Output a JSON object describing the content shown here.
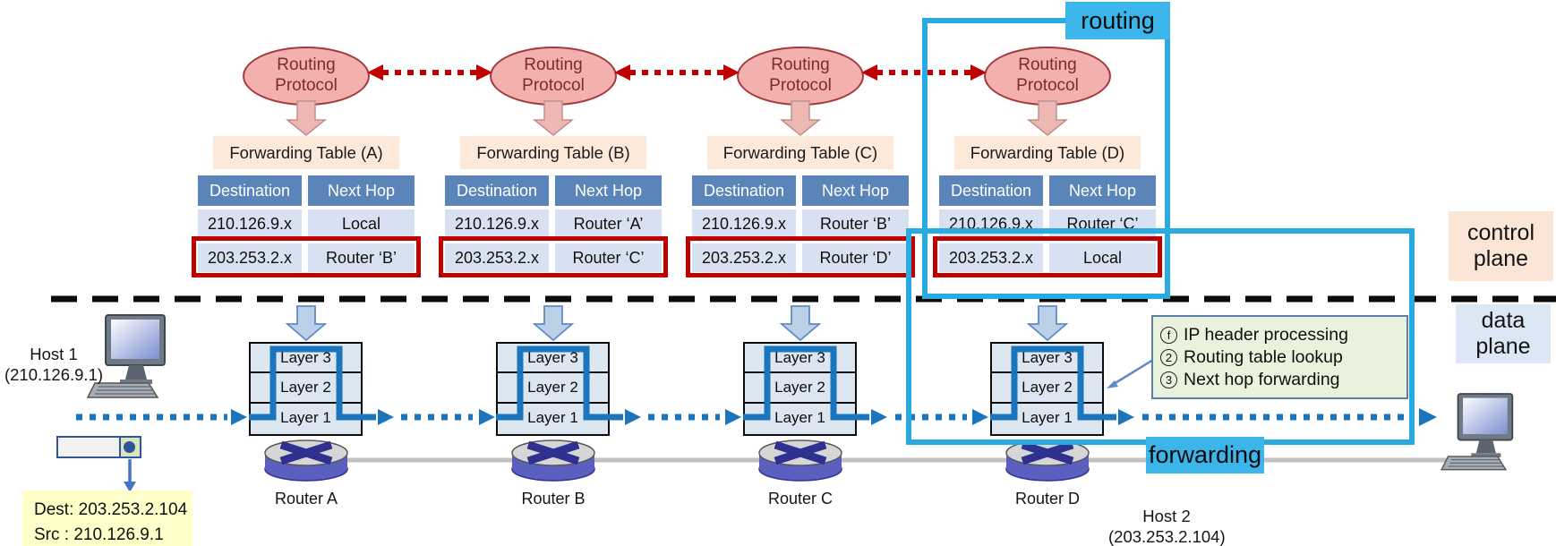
{
  "tags": {
    "routing": "routing",
    "forwarding": "forwarding",
    "control_plane": "control plane",
    "data_plane": "data plane"
  },
  "stack_layers": [
    "Layer 3",
    "Layer 2",
    "Layer 1"
  ],
  "units": [
    {
      "id": "A",
      "protocol": "Routing Protocol",
      "table_title": "Forwarding Table (A)",
      "col_dest": "Destination",
      "col_hop": "Next Hop",
      "rows": [
        {
          "dest": "210.126.9.x",
          "hop": "Local"
        },
        {
          "dest": "203.253.2.x",
          "hop": "Router ‘B’",
          "highlighted": true
        }
      ],
      "router": "Router A"
    },
    {
      "id": "B",
      "protocol": "Routing Protocol",
      "table_title": "Forwarding Table (B)",
      "col_dest": "Destination",
      "col_hop": "Next Hop",
      "rows": [
        {
          "dest": "210.126.9.x",
          "hop": "Router ‘A’"
        },
        {
          "dest": "203.253.2.x",
          "hop": "Router ‘C’",
          "highlighted": true
        }
      ],
      "router": "Router B"
    },
    {
      "id": "C",
      "protocol": "Routing Protocol",
      "table_title": "Forwarding Table (C)",
      "col_dest": "Destination",
      "col_hop": "Next Hop",
      "rows": [
        {
          "dest": "210.126.9.x",
          "hop": "Router ‘B’"
        },
        {
          "dest": "203.253.2.x",
          "hop": "Router ‘D’",
          "highlighted": true
        }
      ],
      "router": "Router C"
    },
    {
      "id": "D",
      "protocol": "Routing Protocol",
      "table_title": "Forwarding Table (D)",
      "col_dest": "Destination",
      "col_hop": "Next Hop",
      "rows": [
        {
          "dest": "210.126.9.x",
          "hop": "Router ‘C’"
        },
        {
          "dest": "203.253.2.x",
          "hop": "Local",
          "highlighted": true
        }
      ],
      "router": "Router D"
    }
  ],
  "hosts": {
    "host1_name": "Host 1",
    "host1_ip": "(210.126.9.1)",
    "host2_name": "Host 2",
    "host2_ip": "(203.253.2.104)"
  },
  "packet_note": {
    "dest": "Dest: 203.253.2.104",
    "src": "Src : 210.126.9.1"
  },
  "process_notes": [
    {
      "num": "f",
      "text": "IP header processing"
    },
    {
      "num": "2",
      "text": "Routing table lookup"
    },
    {
      "num": "3",
      "text": "Next hop forwarding"
    }
  ],
  "colors": {
    "accent_blue": "#29ABE2",
    "flow_blue": "#1B75BC",
    "alert_red": "#C00000",
    "table_header_blue": "#5B84B8",
    "table_row_blue": "#D8E1F1",
    "title_peach": "#FCE9D9",
    "control_plane_bg": "#FBE5D6",
    "data_plane_bg": "#DBE7F4",
    "notes_green": "#EAF1DC",
    "packet_note_yellow": "#FFFFC9",
    "ellipse_pink": "#F2B1AE"
  }
}
